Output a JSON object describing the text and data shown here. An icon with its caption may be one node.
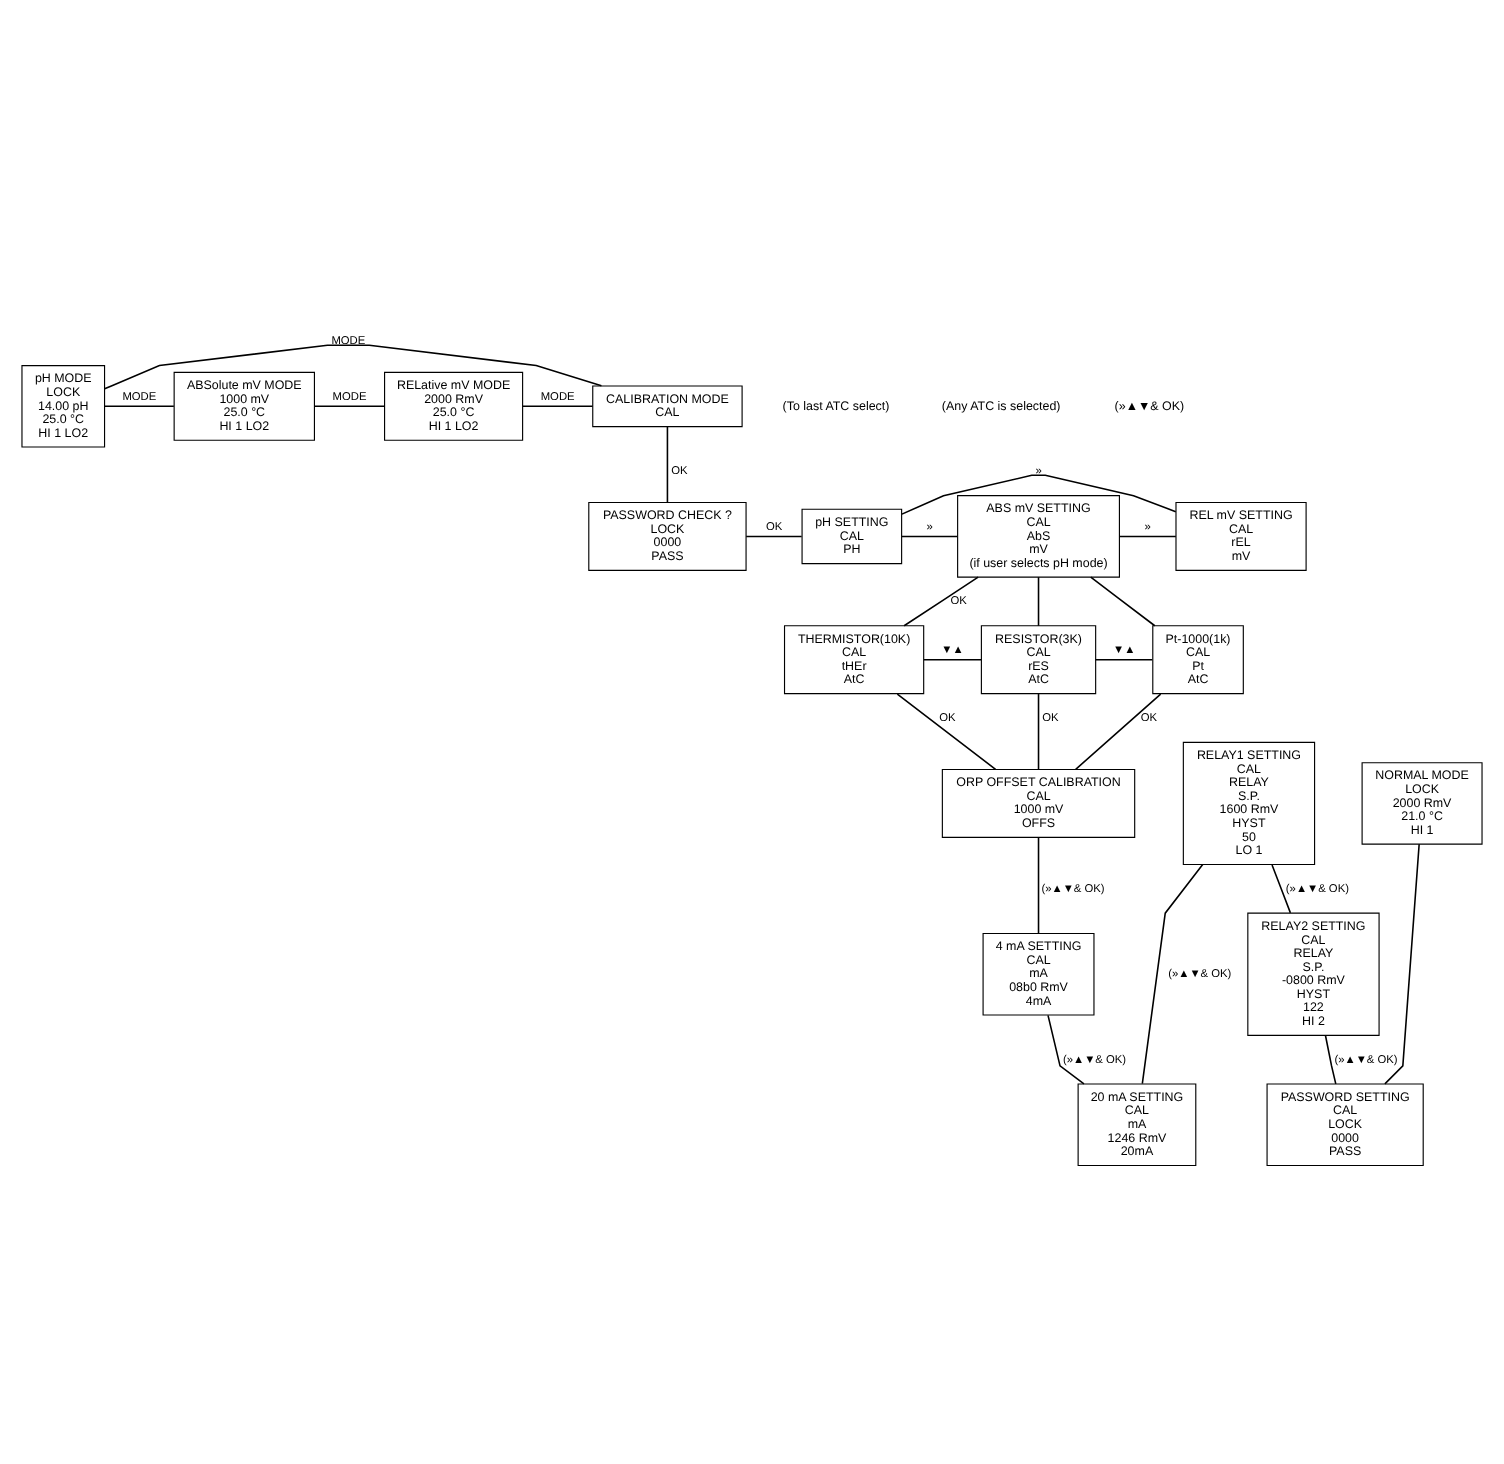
{
  "diagram": {
    "nodes": [
      {
        "text": [
          "pH MODE",
          "LOCK",
          "14.00 pH",
          "25.0 °C",
          "HI 1 LO2"
        ]
      },
      {
        "text": [
          "ABSolute mV MODE",
          "1000 mV",
          "25.0 °C",
          "HI 1 LO2"
        ]
      },
      {
        "text": [
          "RELative mV MODE",
          "2000 RmV",
          "25.0 °C",
          "HI 1 LO2"
        ]
      },
      {
        "text": [
          "CALIBRATION MODE",
          "CAL"
        ]
      },
      {
        "text": [
          "PASSWORD CHECK ?",
          "LOCK",
          "0000",
          "PASS"
        ]
      },
      {
        "text": [
          "pH SETTING",
          "CAL",
          "PH"
        ]
      },
      {
        "text": [
          "ABS mV SETTING",
          "CAL",
          "AbS",
          "mV",
          "(if user selects pH mode)"
        ]
      },
      {
        "text": [
          "REL mV SETTING",
          "CAL",
          "rEL",
          "mV"
        ]
      },
      {
        "text": [
          "THERMISTOR(10K)",
          "CAL",
          "tHEr",
          "AtC"
        ]
      },
      {
        "text": [
          "RESISTOR(3K)",
          "CAL",
          "rES",
          "AtC"
        ]
      },
      {
        "text": [
          "Pt-1000(1k)",
          "CAL",
          "Pt",
          "AtC"
        ]
      },
      {
        "text": [
          "ORP OFFSET CALIBRATION",
          "CAL",
          "1000 mV",
          "OFFS"
        ]
      },
      {
        "text": [
          "4 mA SETTING",
          "CAL",
          "mA",
          "08b0 RmV",
          "4mA"
        ]
      },
      {
        "text": [
          "20 mA SETTING",
          "CAL",
          "mA",
          "1246 RmV",
          "20mA"
        ]
      },
      {
        "text": [
          "RELAY1 SETTING",
          "CAL",
          "RELAY",
          "S.P.",
          "1600 RmV",
          "HYST",
          "50",
          "LO 1"
        ]
      },
      {
        "text": [
          "RELAY2 SETTING",
          "CAL",
          "RELAY",
          "S.P.",
          "-0800 RmV",
          "HYST",
          "122",
          "HI 2"
        ]
      },
      {
        "text": [
          "PASSWORD SETTING",
          "CAL",
          "LOCK",
          "0000",
          "PASS"
        ]
      },
      {
        "text": [
          "NORMAL MODE",
          "LOCK",
          "2000 RmV",
          "21.0 °C",
          "HI 1"
        ]
      }
    ],
    "edges": [
      {
        "from": 0,
        "to": 1,
        "arrow": "none",
        "label": "MODE"
      },
      {
        "from": 1,
        "to": 2,
        "arrow": "none",
        "label": "MODE"
      },
      {
        "from": 2,
        "to": 3,
        "arrow": "none",
        "label": "MODE"
      },
      {
        "from": 3,
        "to": 0,
        "arrow": "none",
        "label": "MODE"
      },
      {
        "from": 3,
        "to": 4,
        "arrow": "none",
        "label": "OK"
      },
      {
        "from": 4,
        "to": 5,
        "arrow": "none",
        "label": "OK"
      },
      {
        "from": 5,
        "to": 6,
        "arrow": "none",
        "label": "»"
      },
      {
        "from": 6,
        "to": 7,
        "arrow": "none",
        "label": "»"
      },
      {
        "from": 7,
        "to": 5,
        "arrow": "none",
        "label": "»"
      },
      {
        "from": 6,
        "to": 8,
        "arrow": "none",
        "label": "OK"
      },
      {
        "from": 6,
        "to": 9,
        "arrow": "none"
      },
      {
        "from": 6,
        "to": 10,
        "arrow": "none"
      },
      {
        "from": 8,
        "to": 9,
        "arrow": "none",
        "label": "▼▲"
      },
      {
        "from": 9,
        "to": 10,
        "arrow": "none",
        "label": "▼▲"
      },
      {
        "from": 8,
        "to": 11,
        "arrow": "none",
        "label": "OK"
      },
      {
        "from": 9,
        "to": 11,
        "arrow": "none",
        "label": "OK"
      },
      {
        "from": 10,
        "to": 11,
        "arrow": "none",
        "label": "OK"
      },
      {
        "from": 11,
        "to": 12,
        "arrow": "none",
        "label": "(»▲▼& OK)"
      },
      {
        "from": 12,
        "to": 13,
        "arrow": "none",
        "label": "(»▲▼& OK)"
      },
      {
        "from": 13,
        "to": 14,
        "arrow": "none",
        "label": "(»▲▼& OK)"
      },
      {
        "from": 14,
        "to": 15,
        "arrow": "none",
        "label": "(»▲▼& OK)"
      },
      {
        "from": 15,
        "to": 16,
        "arrow": "none",
        "label": "(»▲▼& OK)"
      },
      {
        "from": 16,
        "to": 17,
        "arrow": "none"
      }
    ],
    "labels": [
      "(To last ATC select)",
      "(Any ATC is selected)",
      "(»▲▼& OK)"
    ]
  }
}
